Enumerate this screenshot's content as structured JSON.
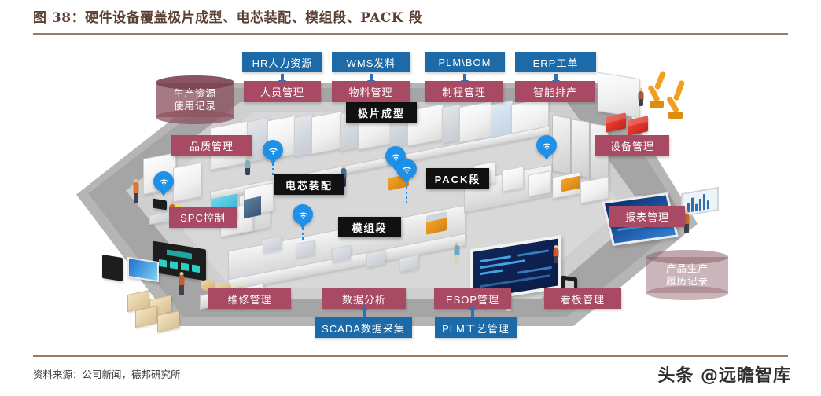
{
  "header": {
    "figure_title": "图 38：硬件设备覆盖极片成型、电芯装配、模组段、PACK 段"
  },
  "footer": {
    "source_note": "资料来源：公司新闻，德邦研究所",
    "watermark": "头条 @远瞻智库"
  },
  "colors": {
    "accent_rule": "#9d7b63",
    "blue_box": "#1d6aa8",
    "red_box": "#a84a63",
    "black_box": "#111111",
    "wifi_badge": "#1e90e8",
    "title_text": "#5b4033"
  },
  "top_systems": [
    {
      "label": "HR人力资源"
    },
    {
      "label": "WMS发料"
    },
    {
      "label": "PLM\\BOM"
    },
    {
      "label": "ERP工单"
    }
  ],
  "top_modules": [
    {
      "label": "人员管理"
    },
    {
      "label": "物料管理"
    },
    {
      "label": "制程管理"
    },
    {
      "label": "智能排产"
    }
  ],
  "left_modules": [
    {
      "label": "品质管理"
    },
    {
      "label": "SPC控制"
    }
  ],
  "right_modules": [
    {
      "label": "设备管理"
    },
    {
      "label": "报表管理"
    }
  ],
  "bottom_modules": [
    {
      "label": "维修管理"
    },
    {
      "label": "数据分析"
    },
    {
      "label": "ESOP管理"
    },
    {
      "label": "看板管理"
    }
  ],
  "bottom_systems": [
    {
      "label": "SCADA数据采集"
    },
    {
      "label": "PLM工艺管理"
    }
  ],
  "stage_labels": [
    {
      "label": "极片成型"
    },
    {
      "label": "电芯装配"
    },
    {
      "label": "PACK段"
    },
    {
      "label": "模组段"
    }
  ],
  "databases": [
    {
      "line1": "生产资源",
      "line2": "使用记录"
    },
    {
      "line1": "产品生产",
      "line2": "履历记录"
    }
  ]
}
